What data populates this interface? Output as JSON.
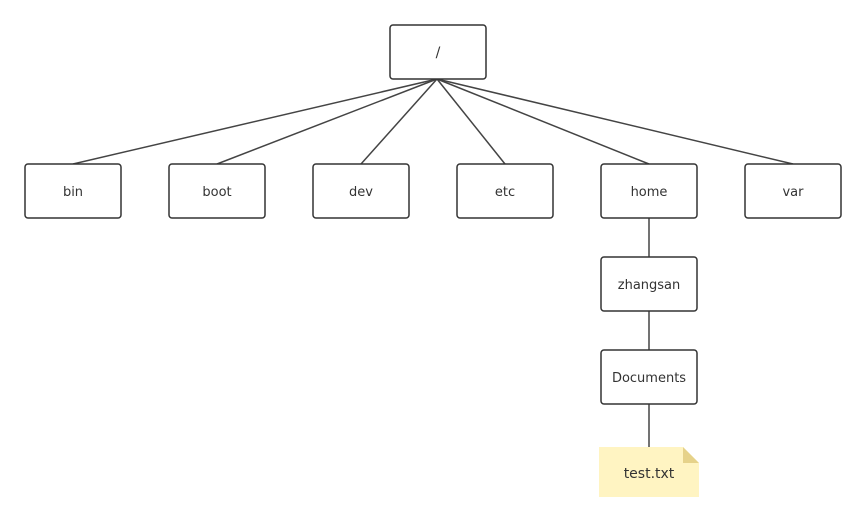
{
  "tree": {
    "root": "/",
    "top_level": [
      "bin",
      "boot",
      "dev",
      "etc",
      "home",
      "var"
    ],
    "home_child": "zhangsan",
    "user_child": "Documents",
    "file": "test.txt"
  },
  "colors": {
    "node_border": "#333333",
    "edge": "#444444",
    "note_fill": "#fff4c2",
    "note_fold": "#e6d28a",
    "text": "#333333"
  }
}
